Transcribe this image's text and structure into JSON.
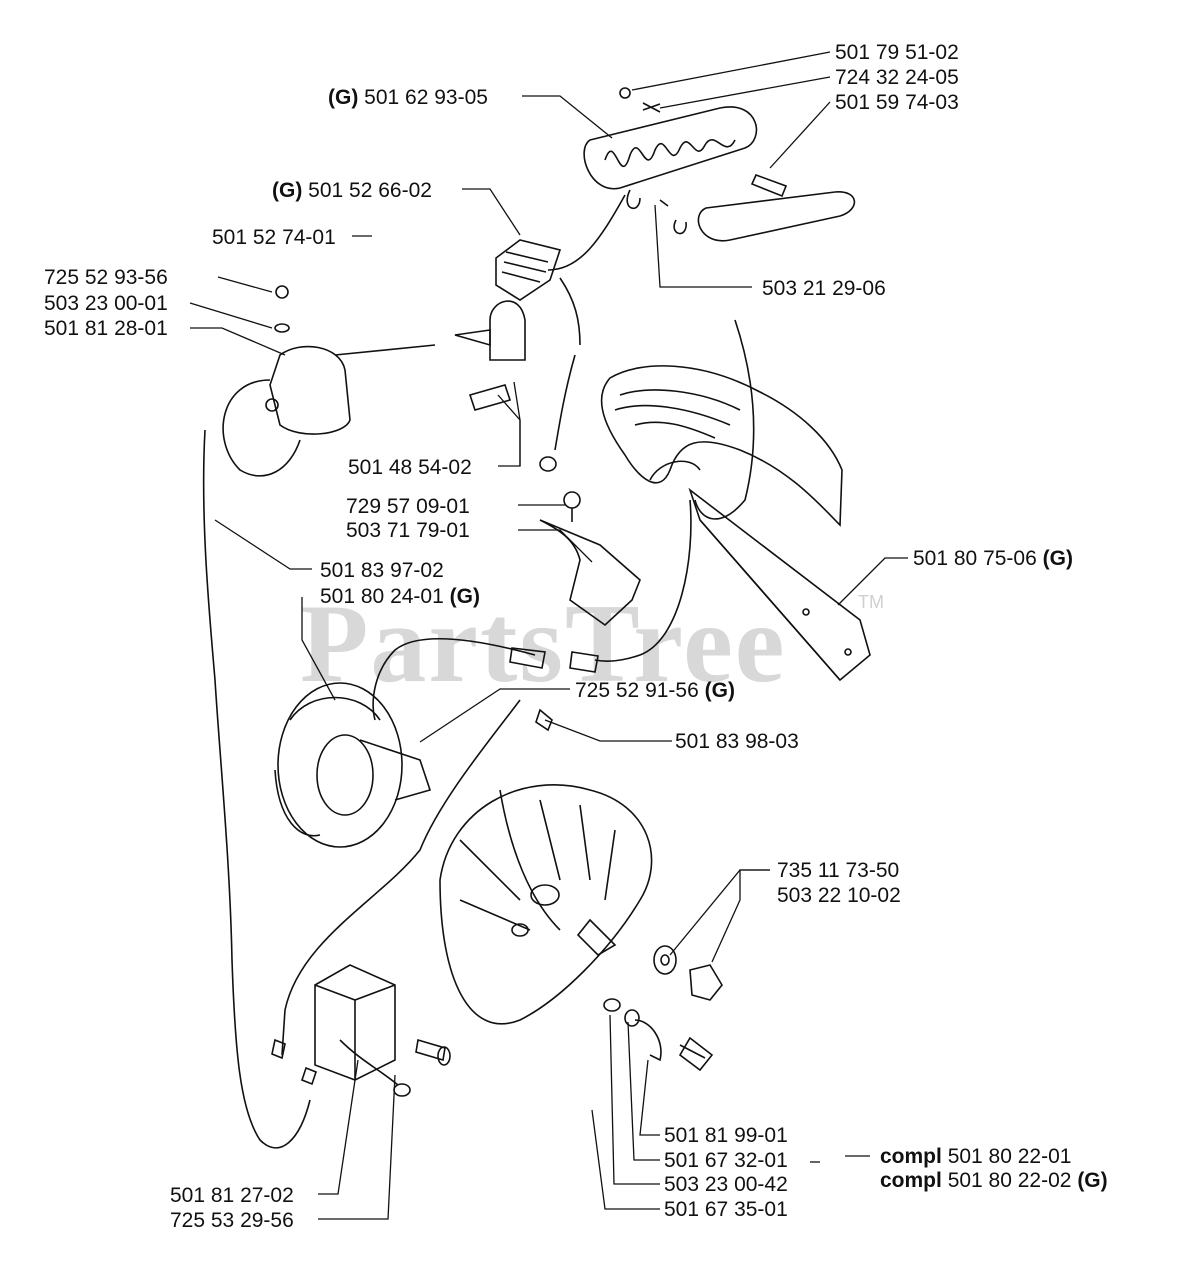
{
  "watermark": {
    "text": "PartsTree",
    "trademark": "TM"
  },
  "labels": {
    "p_501795102": "501 79 51-02",
    "p_724322405": "724 32 24-05",
    "p_501597403": "501 59 74-03",
    "p_501629305_prefix": "(G)",
    "p_501629305": "501 62 93-05",
    "p_501526602_prefix": "(G)",
    "p_501526602": "501 52 66-02",
    "p_501527401": "501 52 74-01",
    "p_725529356": "725 52 93-56",
    "p_503230001": "503 23 00-01",
    "p_501812801": "501 81 28-01",
    "p_503212906": "503 21 29-06",
    "p_501485402": "501 48 54-02",
    "p_729570901": "729 57 09-01",
    "p_503717901": "503 71 79-01",
    "p_501839702": "501 83 97-02",
    "p_501802401": "501 80 24-01",
    "p_501802401_suffix": "(G)",
    "p_501807506": "501 80 75-06",
    "p_501807506_suffix": "(G)",
    "p_725529156": "725 52 91-56",
    "p_725529156_suffix": "(G)",
    "p_501839803": "501 83 98-03",
    "p_735117350": "735 11 73-50",
    "p_503221002": "503 22 10-02",
    "p_501819901": "501 81 99-01",
    "p_501673201": "501 67 32-01",
    "p_503230042": "503 23 00-42",
    "p_501673501": "501 67 35-01",
    "p_501812702": "501 81 27-02",
    "p_725532956": "725 53 29-56",
    "compl1_word": "compl",
    "compl1_num": "501 80 22-01",
    "compl2_word": "compl",
    "compl2_num": "501 80 22-02",
    "compl2_suffix": "(G)"
  }
}
